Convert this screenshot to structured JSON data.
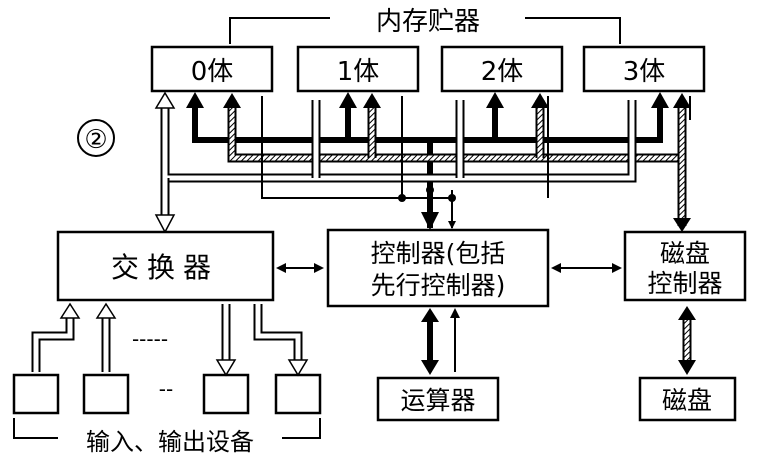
{
  "memory_label": "内存贮器",
  "memory_banks": [
    "0体",
    "1体",
    "2体",
    "3体"
  ],
  "marker": "②",
  "switch_label": "交换器",
  "controller_line1": "控制器(包括",
  "controller_line2": "先行控制器)",
  "alu_label": "运算器",
  "disk_ctrl_line1": "磁盘",
  "disk_ctrl_line2": "控制器",
  "disk_label": "磁盘",
  "io_label": "输入、输出设备",
  "io_dash_top": "-----",
  "io_dash_bottom": "--"
}
